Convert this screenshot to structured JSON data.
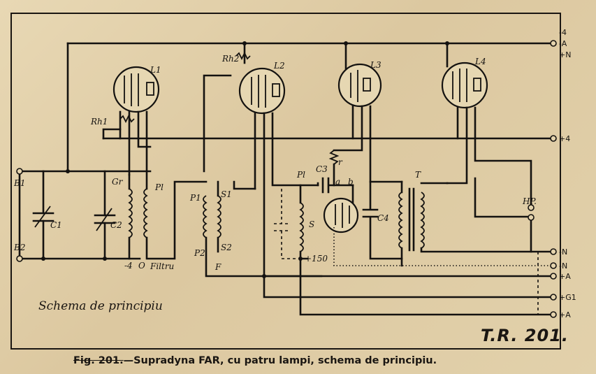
{
  "diagram": {
    "tubes": [
      "L1",
      "L2",
      "L3",
      "L4"
    ],
    "rheostats": [
      "Rh1",
      "Rh2"
    ],
    "capacitors": [
      "C1",
      "C2",
      "C3",
      "C4"
    ],
    "coil_labels": [
      "Gr",
      "Pl",
      "P1",
      "S1",
      "P2",
      "S2",
      "F",
      "Pl",
      "S",
      "T"
    ],
    "small_labels": [
      "r",
      "a",
      "b",
      "B1",
      "B2",
      "-4",
      "O",
      "Filtru",
      "+150",
      "HP."
    ],
    "terminals": [
      "-4",
      "-A",
      "+N",
      "+4",
      "-N",
      "-N",
      "+A",
      "+G1",
      "+A"
    ],
    "scheme_title": "Schema de principiu",
    "tr_label": "T.R. 201.",
    "caption_fig": "Fig. 201.",
    "caption_text": "—Supradyna FAR, cu patru lampi, schema de principiu."
  }
}
